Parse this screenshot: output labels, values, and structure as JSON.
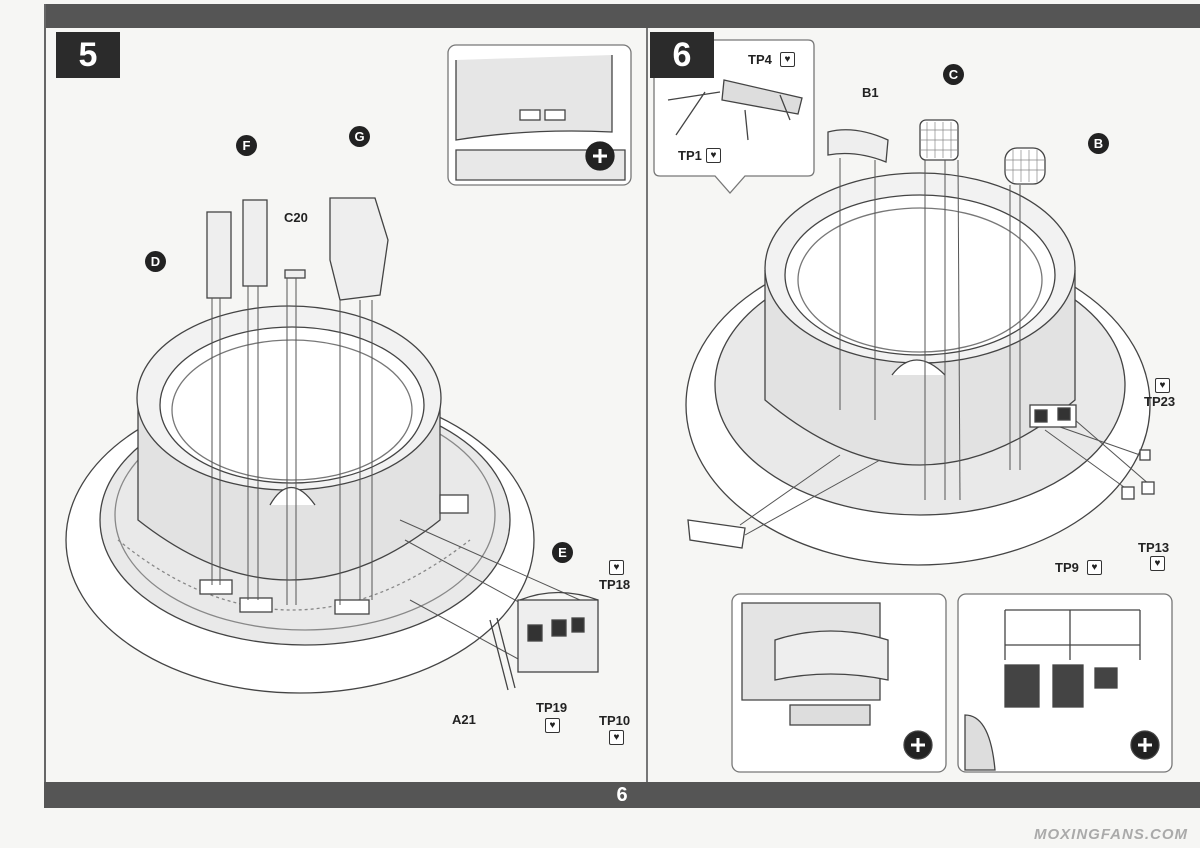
{
  "page_number": "6",
  "watermark": "MOXINGFANS.COM",
  "heart_glyph": "♥",
  "steps": [
    {
      "number": "5",
      "labels": [
        "D",
        "F",
        "C20",
        "G",
        "E",
        "TP18",
        "TP19",
        "TP10",
        "A21"
      ]
    },
    {
      "number": "6",
      "labels": [
        "TP4",
        "TP1",
        "B1",
        "C",
        "B",
        "TP23",
        "TP13",
        "TP9"
      ]
    }
  ],
  "detail_icon": "magnifier-plus-icon"
}
